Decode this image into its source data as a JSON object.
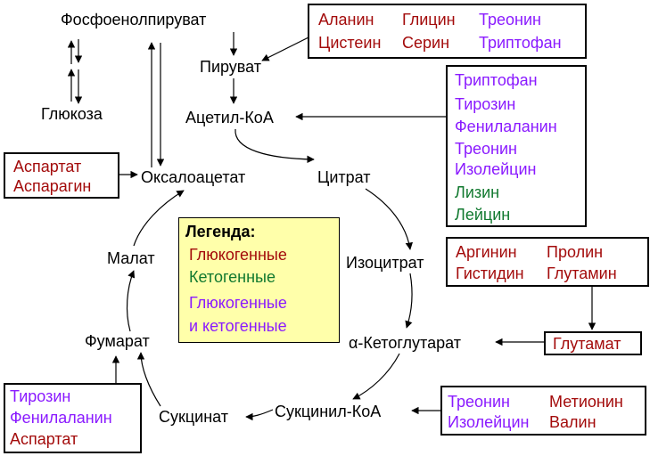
{
  "metabolites": {
    "pep": "Фосфоенолпируват",
    "glucose": "Глюкоза",
    "pyruvate": "Пируват",
    "acetyl_coa": "Ацетил-КоА",
    "oxaloacetate": "Оксалоацетат",
    "citrate": "Цитрат",
    "isocitrate": "Изоцитрат",
    "alpha_kg": "α-Кетоглутарат",
    "succinyl_coa": "Сукцинил-КоА",
    "succinate": "Сукцинат",
    "fumarate": "Фумарат",
    "malate": "Малат"
  },
  "boxes": {
    "pyruvate_aa": [
      "Аланин",
      "Глицин",
      "Треонин",
      "Цистеин",
      "Серин",
      "Триптофан"
    ],
    "acetyl_aa": [
      "Триптофан",
      "Тирозин",
      "Фенилаланин",
      "Треонин",
      "Изолейцин",
      "Лизин",
      "Лейцин"
    ],
    "oxaloacetate_aa": [
      "Аспартат",
      "Аспарагин"
    ],
    "glutamate_group": [
      "Аргинин",
      "Пролин",
      "Гистидин",
      "Глутамин"
    ],
    "glutamate": "Глутамат",
    "succinyl_aa": [
      "Треонин",
      "Метионин",
      "Изолейцин",
      "Валин"
    ],
    "fumarate_aa": [
      "Тирозин",
      "Фенилаланин",
      "Аспартат"
    ]
  },
  "legend": {
    "title": "Легенда:",
    "glucogenic": "Глюкогенные",
    "ketogenic": "Кетогенные",
    "both_line1": "Глюкогенные",
    "both_line2": "и кетогенные"
  },
  "colors": {
    "glucogenic": "#a30b0b",
    "ketogenic": "#11792f",
    "both": "#8a1aff",
    "legend_bg": "#ffffaa"
  }
}
